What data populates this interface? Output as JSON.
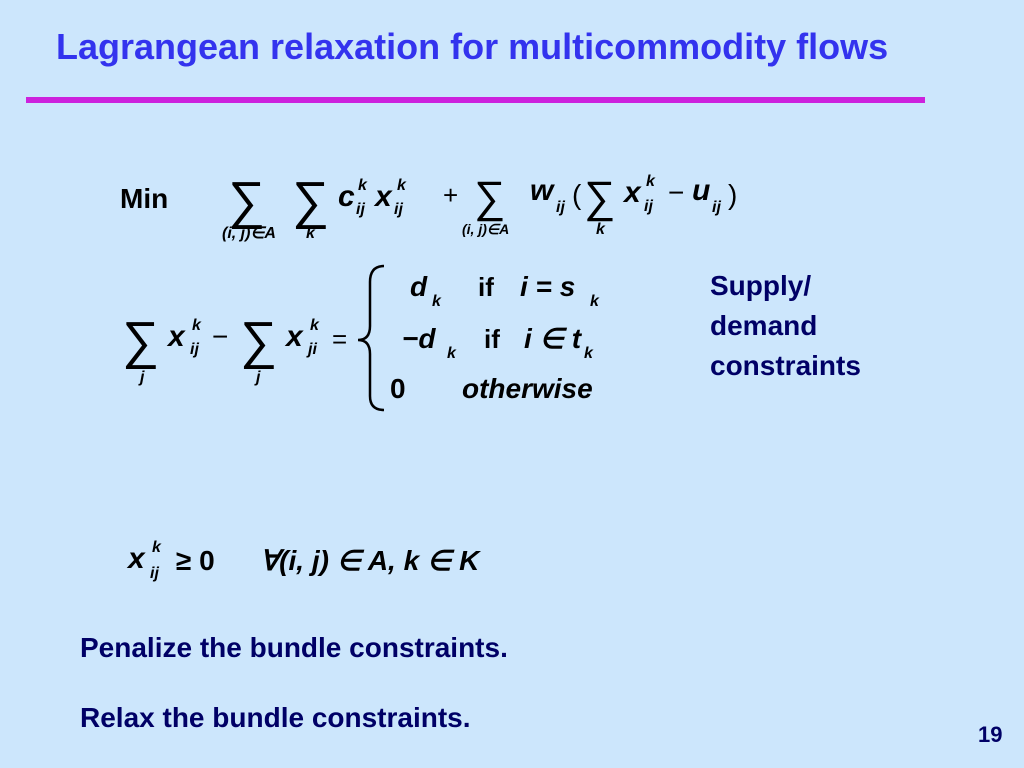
{
  "slide": {
    "title": "Lagrangean relaxation for multicommodity flows",
    "page_number": "19",
    "accent_color": "#cc22dd",
    "title_color": "#3333ee",
    "text_color": "#000066",
    "background_color": "#cce6fc"
  },
  "objective": {
    "label": "Min",
    "sum1_index": "(i, j)∈A",
    "sum2_index": "k",
    "term1": "c",
    "term2": "x",
    "sub": "ij",
    "sup": "k",
    "plus": "+",
    "sum3_index": "(i, j)∈A",
    "w_term": "w",
    "open_paren": "(",
    "sum4_index": "k",
    "minus": "−",
    "u_term": "u",
    "close_paren": ")"
  },
  "flow_constraint": {
    "sum_index_1": "j",
    "sum_index_2": "j",
    "x": "x",
    "sub_1": "ij",
    "sub_2": "ji",
    "sup": "k",
    "minus": "−",
    "equals": "=",
    "cases": [
      {
        "value": "d",
        "value_sub": "k",
        "cond_word": "if",
        "cond": "i = s",
        "cond_sub": "k"
      },
      {
        "value": "−d",
        "value_sub": "k",
        "cond_word": "if",
        "cond": "i ∈ t",
        "cond_sub": "k"
      },
      {
        "value": "0",
        "value_sub": "",
        "cond_word": "",
        "cond": "otherwise",
        "cond_sub": ""
      }
    ]
  },
  "side_note": {
    "lines": [
      "Supply/",
      "demand",
      "constraints"
    ]
  },
  "nonnegativity": {
    "x": "x",
    "sub": "ij",
    "sup": "k",
    "rel": "≥ 0",
    "forall": "∀(i, j) ∈ A,  k ∈ K"
  },
  "bullets": [
    "Penalize the bundle constraints.",
    "Relax the bundle constraints."
  ]
}
